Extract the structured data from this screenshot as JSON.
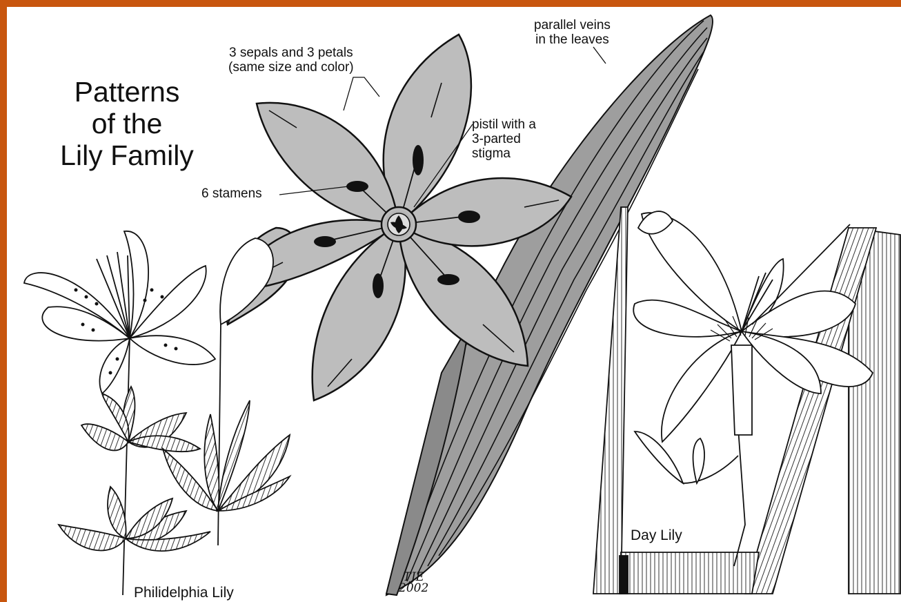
{
  "title_lines": [
    "Patterns",
    "of the",
    "Lily Family"
  ],
  "labels": {
    "parallel_veins": [
      "parallel veins",
      "in the leaves"
    ],
    "sepals_petals": [
      "3 sepals and 3 petals",
      "(same size and color)"
    ],
    "pistil": [
      "pistil with a",
      "3-parted",
      "stigma"
    ],
    "stamens": "6 stamens",
    "day_lily": "Day Lily",
    "philadelphia_lily": "Philidelphia Lily"
  },
  "signature": [
    "TJE",
    "2002"
  ],
  "colors": {
    "frame": "#c8560e",
    "background": "#ffffff",
    "petal_fill": "#bdbdbd",
    "ink": "#111111"
  }
}
